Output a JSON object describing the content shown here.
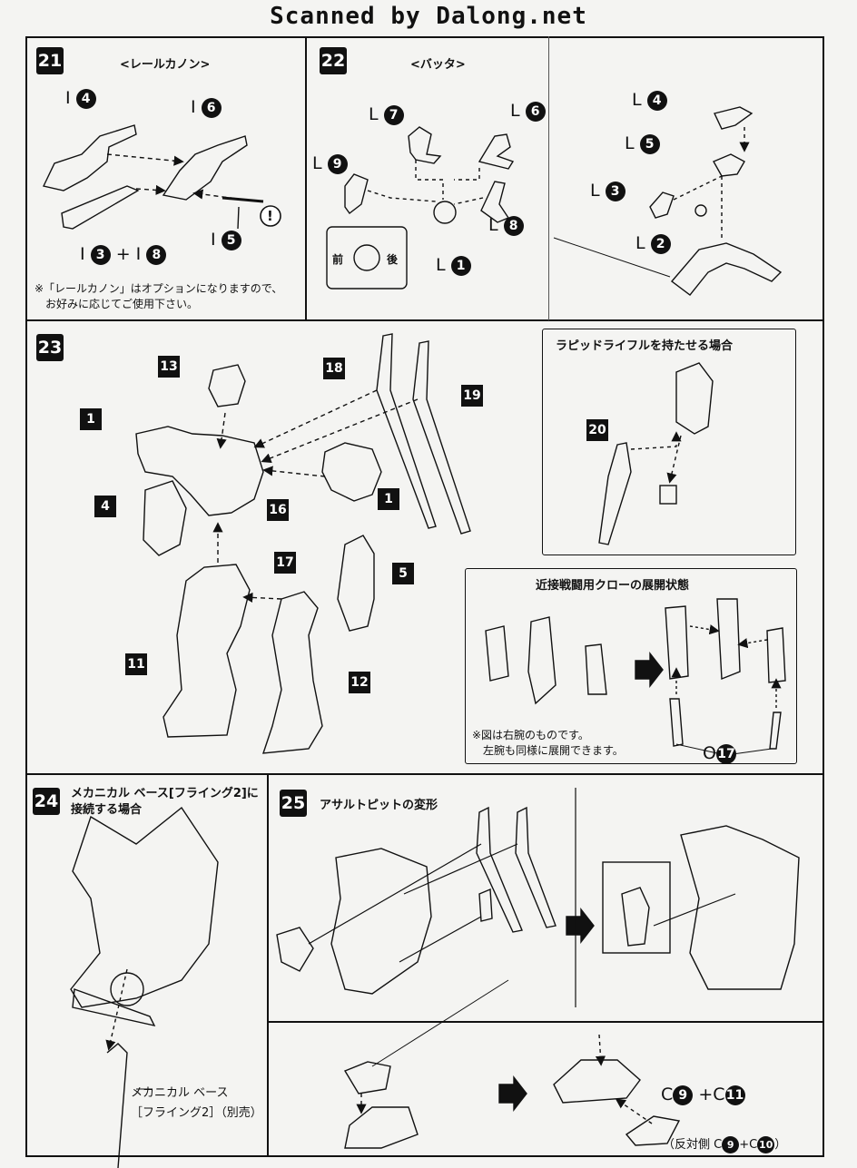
{
  "header": {
    "text": "Scanned by Dalong.net"
  },
  "step21": {
    "number": "21",
    "title": "<レールカノン>",
    "labels": {
      "i4": "I",
      "n4": "4",
      "i6": "I",
      "n6": "6",
      "i3": "I",
      "n3": "3",
      "plus": "+",
      "i8": "I",
      "n8": "8",
      "i5": "I",
      "n5": "5"
    },
    "note": "※「レールカノン」はオプションになりますので、\n　お好みに応じてご使用下さい。"
  },
  "step22": {
    "number": "22",
    "title": "<バッタ>",
    "labels": {
      "l7": "L",
      "n7": "7",
      "l6": "L",
      "n6": "6",
      "l9": "L",
      "n9": "9",
      "l8": "L",
      "n8": "8",
      "l1": "L",
      "n1": "1",
      "front": "前",
      "back": "後",
      "l4": "L",
      "n4": "4",
      "l5": "L",
      "n5": "5",
      "l3": "L",
      "n3": "3",
      "l2": "L",
      "n2": "2"
    }
  },
  "step23": {
    "number": "23",
    "parts": [
      "13",
      "18",
      "19",
      "1",
      "1",
      "4",
      "16",
      "17",
      "5",
      "11",
      "12"
    ],
    "inset_rifle": {
      "title": "ラピッドライフルを持たせる場合",
      "part": "20"
    },
    "inset_claw": {
      "title": "近接戦闘用クローの展開状態",
      "note": "※図は右腕のものです。\n　左腕も同様に展開できます。",
      "label_letter": "O",
      "label_num": "17"
    }
  },
  "step24": {
    "number": "24",
    "title": "メカニカル ベース[フライング2]に\n接続する場合",
    "callout": "メカニカル ベース\n［フライング2］（別売）"
  },
  "step25": {
    "number": "25",
    "title": "アサルトピットの変形",
    "parts_label": {
      "c1": "C",
      "n1": "9",
      "plus": "+C",
      "n2": "11"
    },
    "opposite": {
      "prefix": "（反対側 C",
      "n1": "9",
      "mid": "+C",
      "n2": "10",
      "suffix": "）"
    }
  }
}
